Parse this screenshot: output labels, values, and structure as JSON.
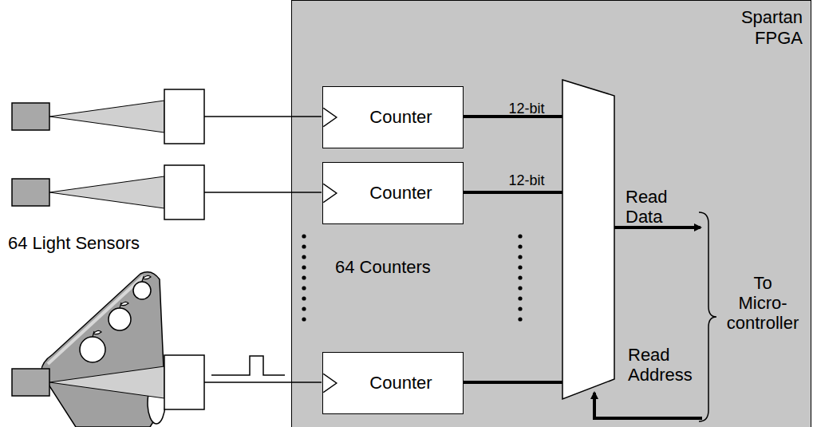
{
  "diagram": {
    "nodes": [
      {
        "text": [
          "Spartan FPGA"
        ]
      },
      {
        "text": [
          "Counter"
        ],
        "in": 0
      },
      {
        "text": [
          "Counter"
        ],
        "in": 0
      },
      {
        "text": [
          "Counter"
        ],
        "in": 0
      }
    ],
    "labels": [
      "12-bit",
      "12-bit",
      "64 Light Sensors",
      "64 Counters",
      "Read Data",
      "Read Address",
      "To Micro-controller"
    ]
  }
}
